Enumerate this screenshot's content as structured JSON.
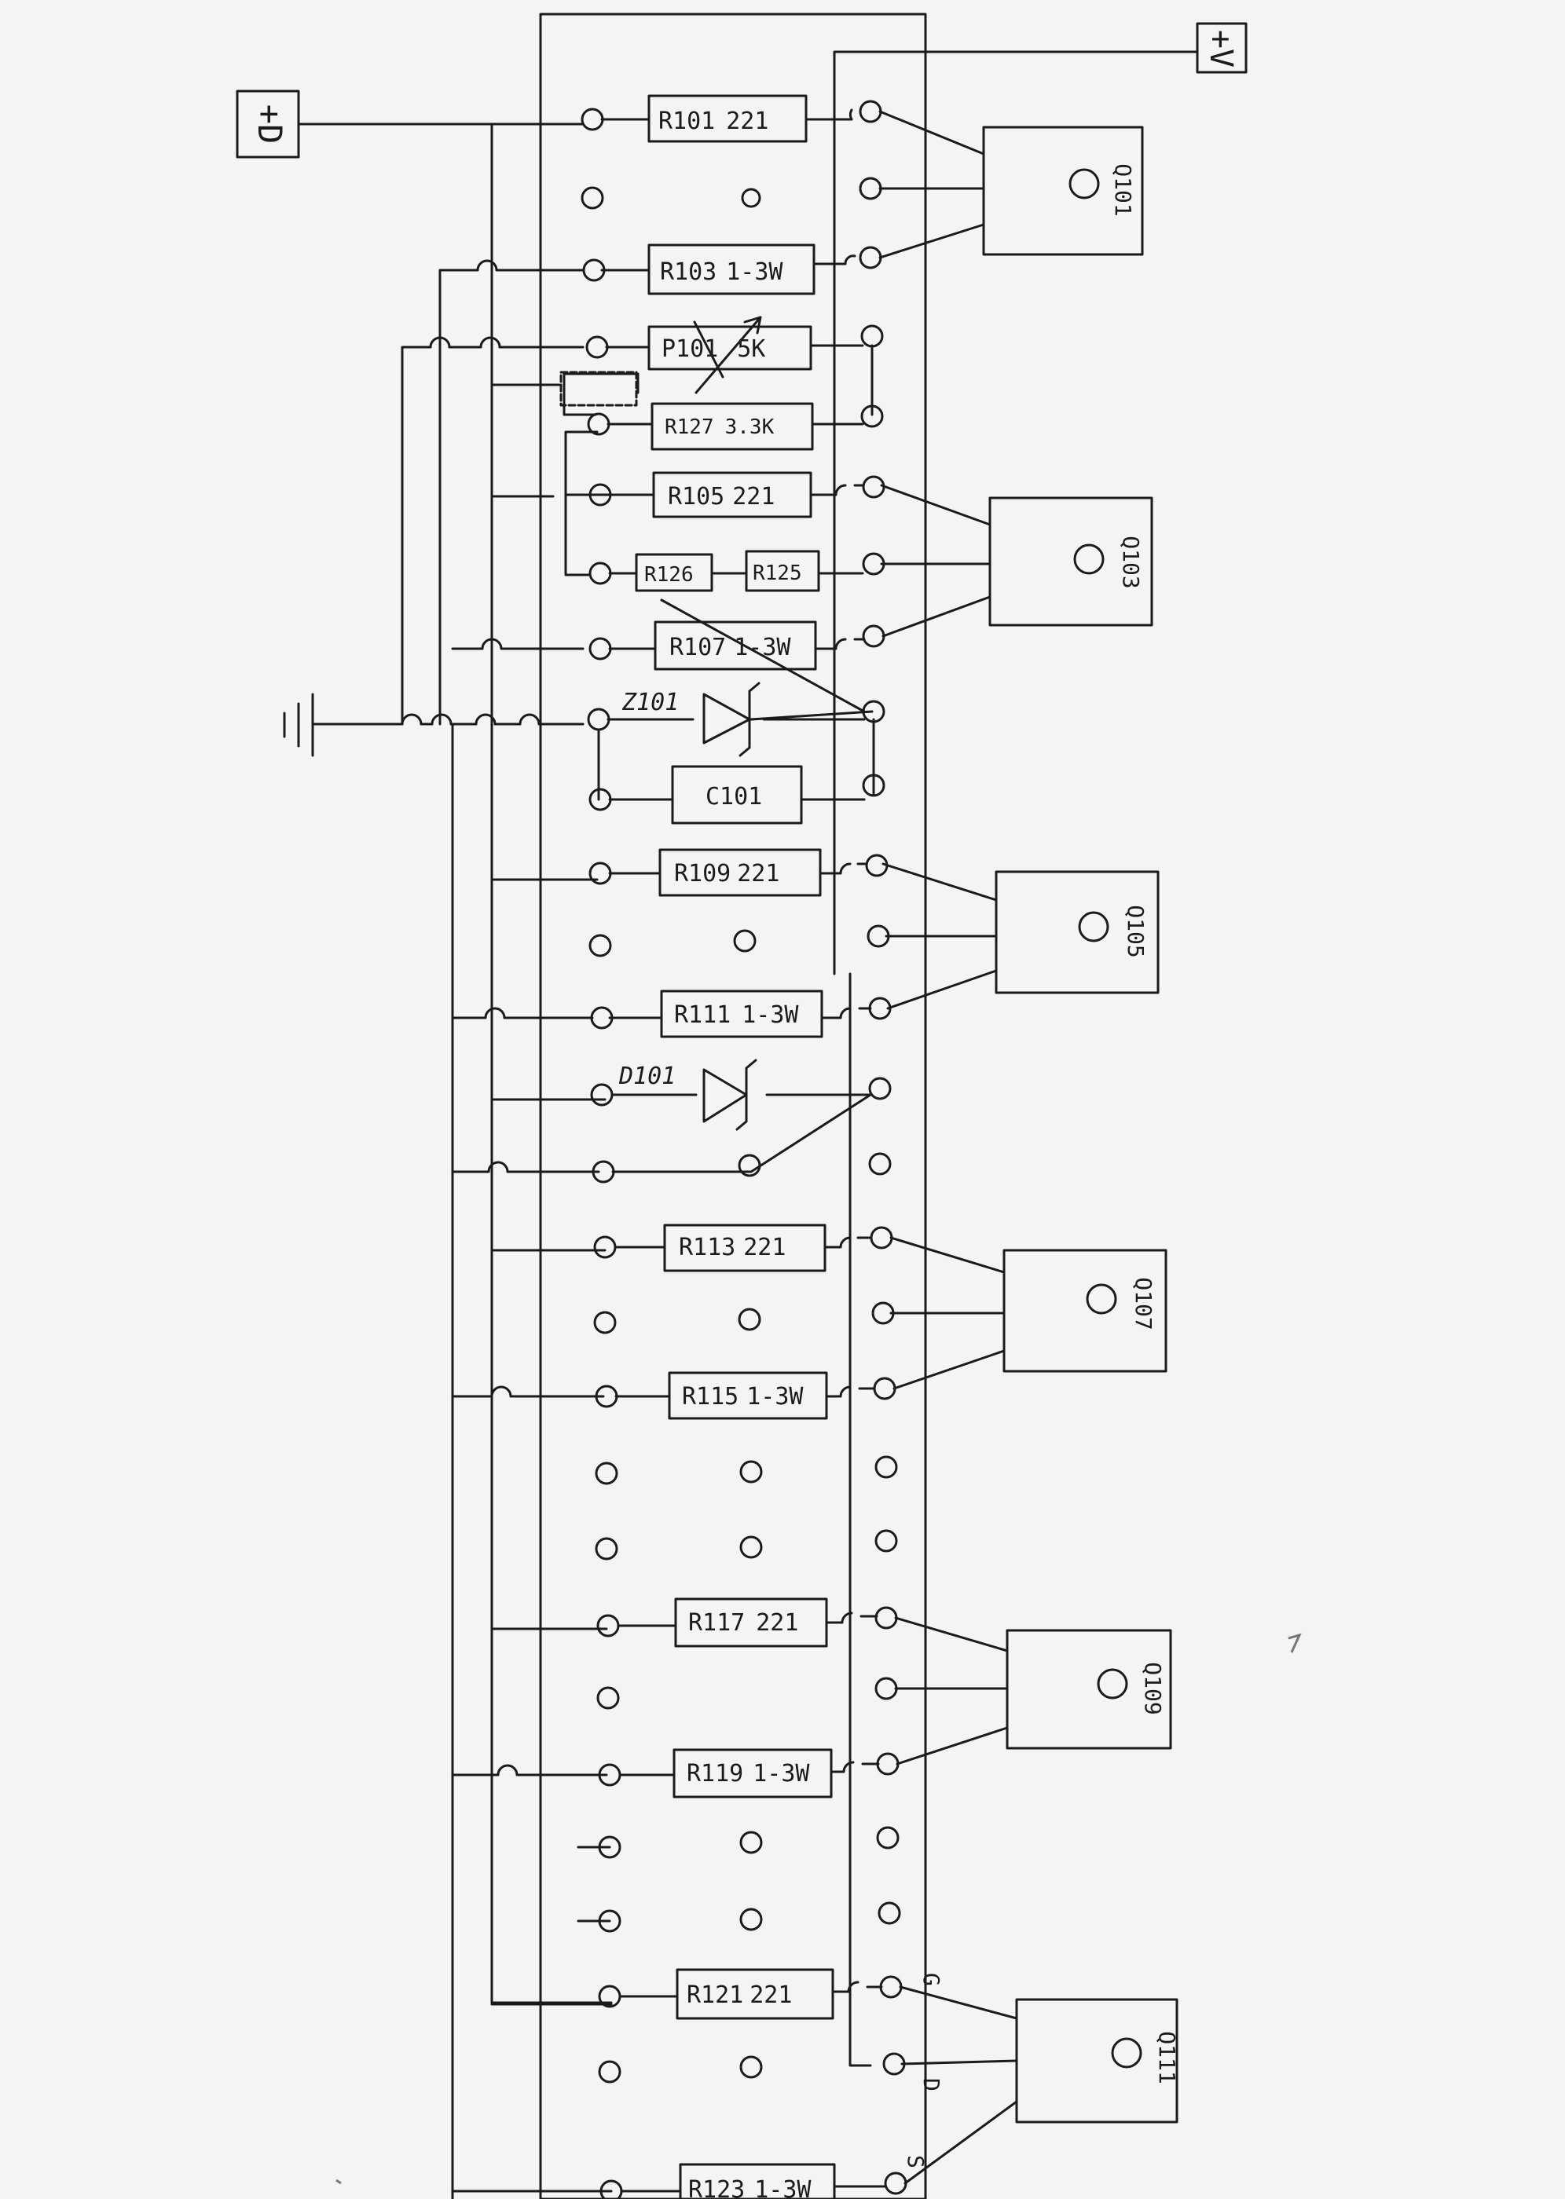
{
  "supply_labels": {
    "drain_terminal": "+D",
    "source_terminal": "+V"
  },
  "resistors": [
    {
      "ref": "R101",
      "value": "221"
    },
    {
      "ref": "R103",
      "value": "1-3W"
    },
    {
      "ref": "P101",
      "value": "5K"
    },
    {
      "ref": "R127",
      "value": "3.3K"
    },
    {
      "ref": "R105",
      "value": "221"
    },
    {
      "ref": "R126",
      "value": ""
    },
    {
      "ref": "R125",
      "value": ""
    },
    {
      "ref": "R107",
      "value": "1-3W"
    },
    {
      "ref": "C101",
      "value": ""
    },
    {
      "ref": "R109",
      "value": "221"
    },
    {
      "ref": "R111",
      "value": "1-3W"
    },
    {
      "ref": "R113",
      "value": "221"
    },
    {
      "ref": "R115",
      "value": "1-3W"
    },
    {
      "ref": "R117",
      "value": "221"
    },
    {
      "ref": "R119",
      "value": "1-3W"
    },
    {
      "ref": "R121",
      "value": "221"
    },
    {
      "ref": "R123",
      "value": "1-3W"
    }
  ],
  "diodes": [
    {
      "ref": "Z101"
    },
    {
      "ref": "D101"
    }
  ],
  "transistors": [
    "Q101",
    "Q103",
    "Q105",
    "Q107",
    "Q109",
    "Q111"
  ],
  "pin_labels": [
    "G",
    "D",
    "S"
  ]
}
